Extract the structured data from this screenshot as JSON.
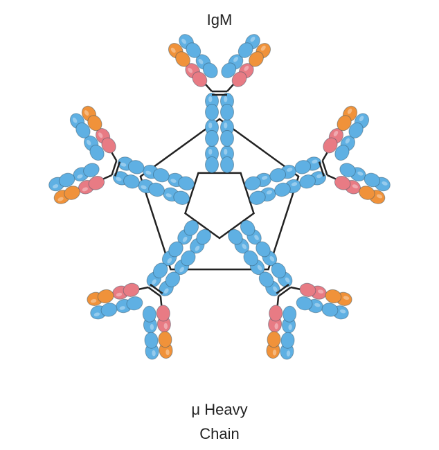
{
  "title": "IgM",
  "caption_line1": "μ Heavy",
  "caption_line2": "Chain",
  "colors": {
    "heavy_chain": "#5fb0e3",
    "light_chain_variable": "#e87b84",
    "light_chain_constant": "#f0923a",
    "light_chain_green": "#5cad46",
    "linker": "#222222"
  },
  "structure": {
    "monomer_count": 5,
    "arrangement": "pentamer"
  }
}
